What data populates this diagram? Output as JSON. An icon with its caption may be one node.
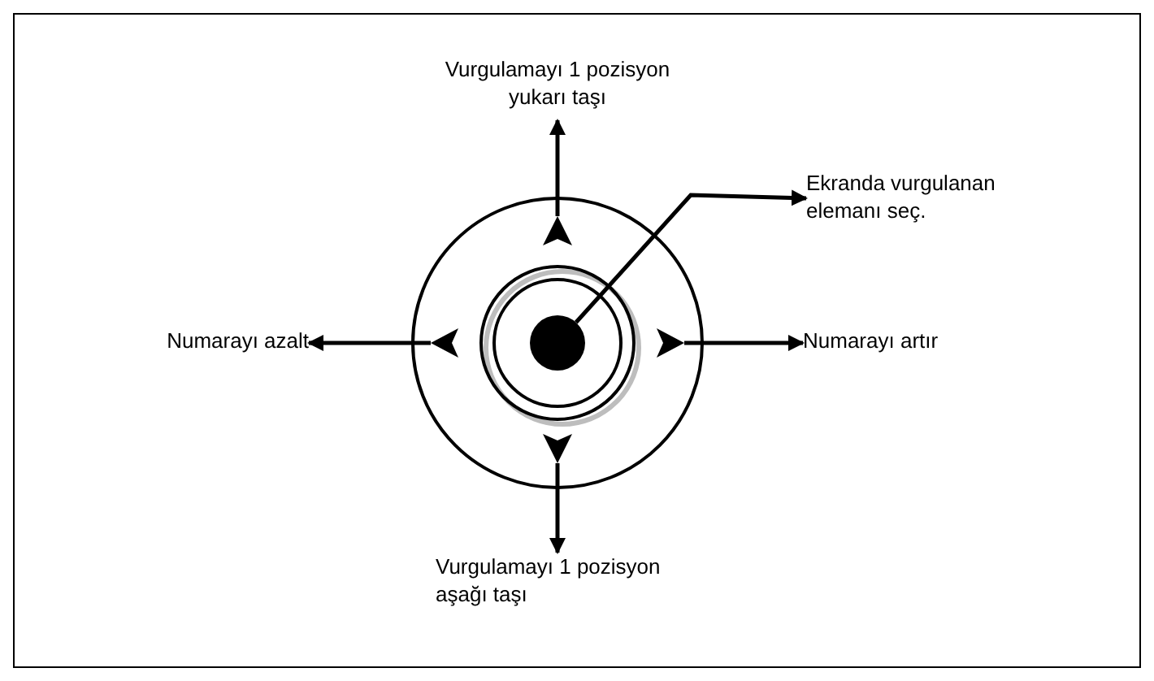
{
  "diagram": {
    "nodes": [
      {
        "text": [
          "Vurgulamayı 1 pozisyon yukarı taşı"
        ]
      },
      {
        "text": [
          "Ekranda vurgulanan elemanı seç."
        ]
      },
      {
        "text": [
          "Numarayı azalt"
        ]
      },
      {
        "text": [
          "Numarayı artır"
        ]
      },
      {
        "text": [
          "Vurgulamayı 1 pozisyon aşağı taşı"
        ]
      },
      {
        "text": [],
        "shape": "triangle"
      },
      {
        "text": [],
        "shape": "triangle"
      },
      {
        "text": [],
        "shape": "triangle"
      },
      {
        "text": [],
        "shape": "triangle"
      },
      {
        "text": [],
        "shape": "circle"
      }
    ],
    "edges": [
      {
        "from": 5,
        "to": 0,
        "arrow": "to"
      },
      {
        "from": 9,
        "to": 1,
        "arrow": "to"
      },
      {
        "from": 6,
        "to": 2,
        "arrow": "to"
      },
      {
        "from": 7,
        "to": 3,
        "arrow": "to"
      },
      {
        "from": 8,
        "to": 4,
        "arrow": "to"
      }
    ]
  }
}
